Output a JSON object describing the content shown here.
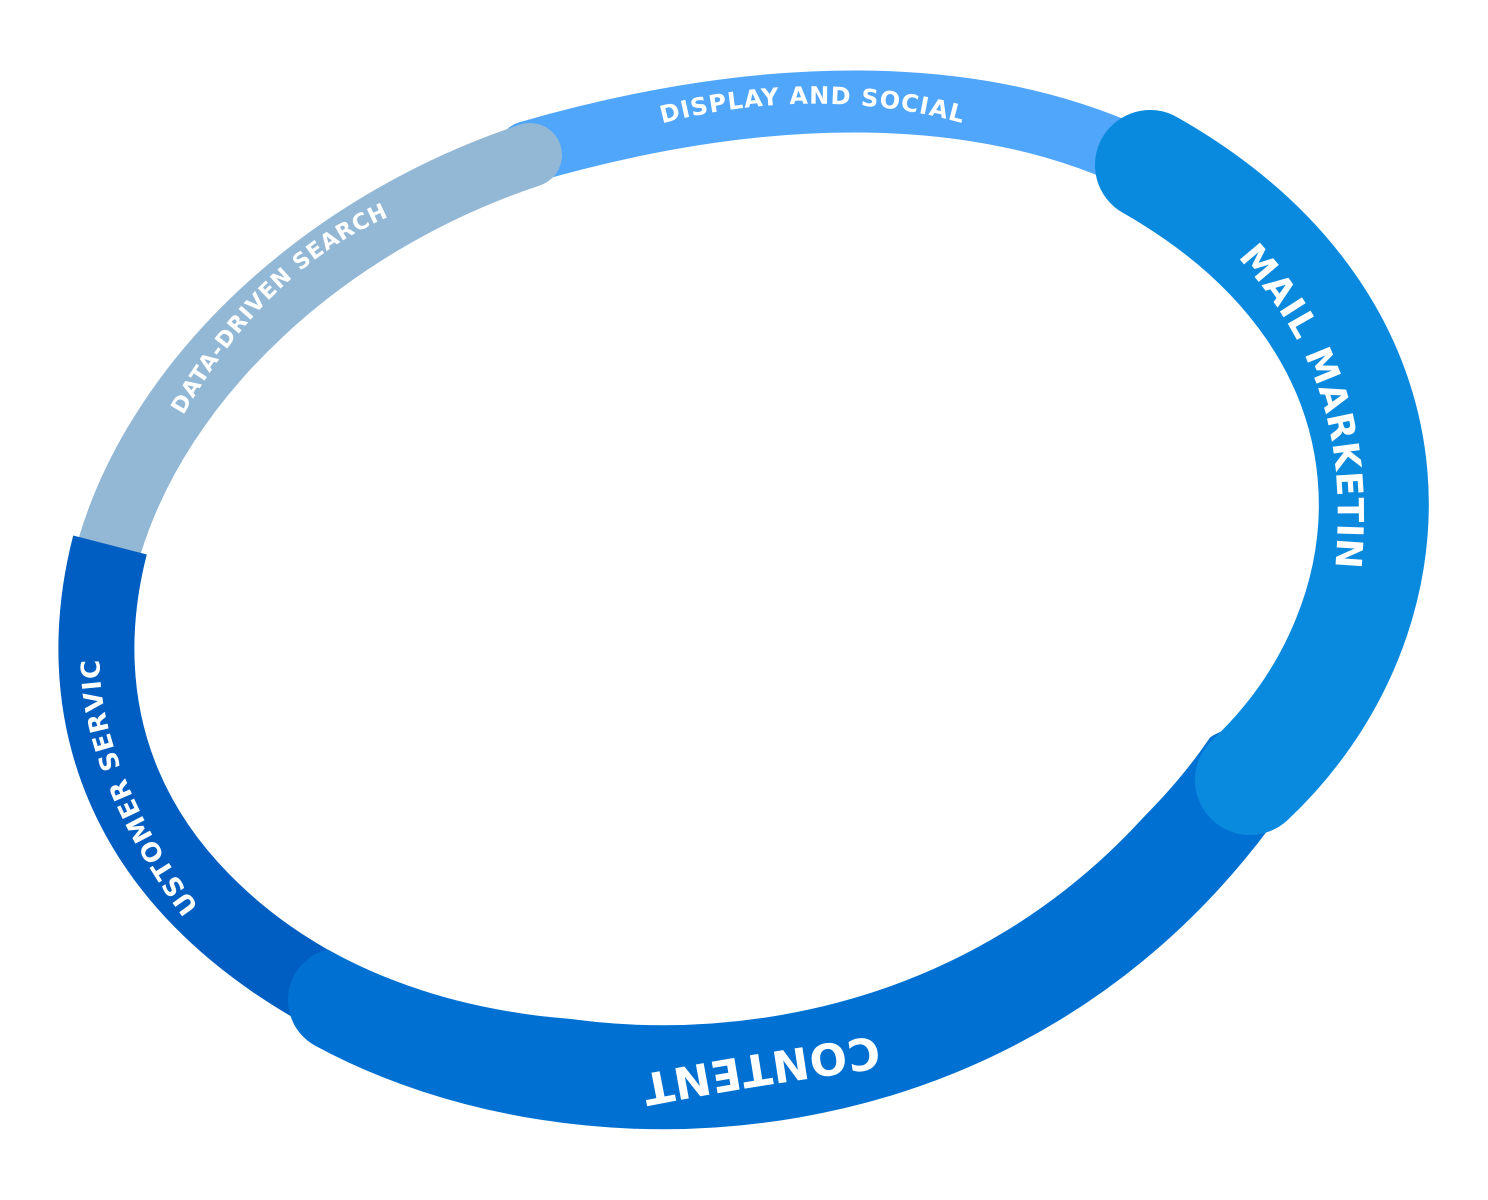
{
  "segments": [
    {
      "id": "content",
      "label": "CONTENT",
      "color": "#0071D2"
    },
    {
      "id": "customer-service",
      "label": "CUSTOMER SERVICE",
      "color": "#005EC2"
    },
    {
      "id": "data-driven-search",
      "label": "DATA-DRIVEN SEARCH",
      "color": "#93B8D5"
    },
    {
      "id": "display-and-social",
      "label": "DISPLAY AND SOCIAL",
      "color": "#50A6FB"
    },
    {
      "id": "email-marketing",
      "label": "EMAIL MARKETING",
      "color": "#0A8ADE"
    }
  ]
}
